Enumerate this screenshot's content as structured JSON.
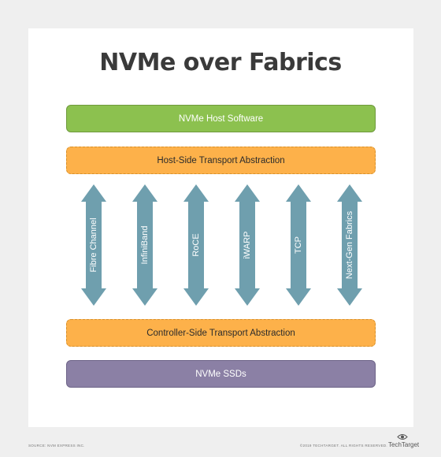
{
  "title": "NVMe over Fabrics",
  "layers": {
    "host_software": "NVMe Host Software",
    "host_side_transport": "Host-Side Transport Abstraction",
    "controller_side_transport": "Controller-Side Transport Abstraction",
    "ssds": "NVMe SSDs"
  },
  "transports": [
    "Fibre Channel",
    "InfiniBand",
    "RoCE",
    "iWARP",
    "TCP",
    "Next-Gen Fabrics"
  ],
  "footer": {
    "source": "SOURCE: NVM EXPRESS INC.",
    "copyright": "©2019 TECHTARGET. ALL RIGHTS RESERVED.",
    "logo_text": "TechTarget"
  },
  "colors": {
    "host_software": "#8cc14f",
    "transport_abstraction": "#fdb14a",
    "ssds": "#8b80a5",
    "arrow": "#6f9fae"
  }
}
